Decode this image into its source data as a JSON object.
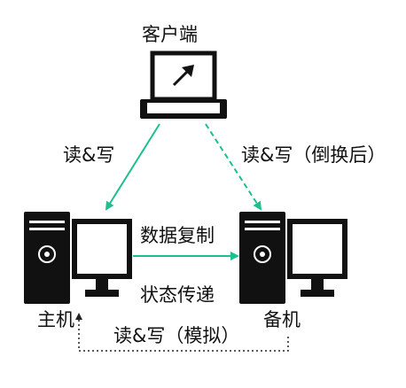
{
  "nodes": {
    "client": "客户端",
    "primary": "主机",
    "backup": "备机"
  },
  "edges": {
    "client_primary": "读&写",
    "client_backup": "读&写（倒换后）",
    "replication": "数据复制",
    "state": "状态传递",
    "simulated": "读&写（模拟）"
  },
  "colors": {
    "accent": "#1dbf8e",
    "dotted": "#222222"
  }
}
